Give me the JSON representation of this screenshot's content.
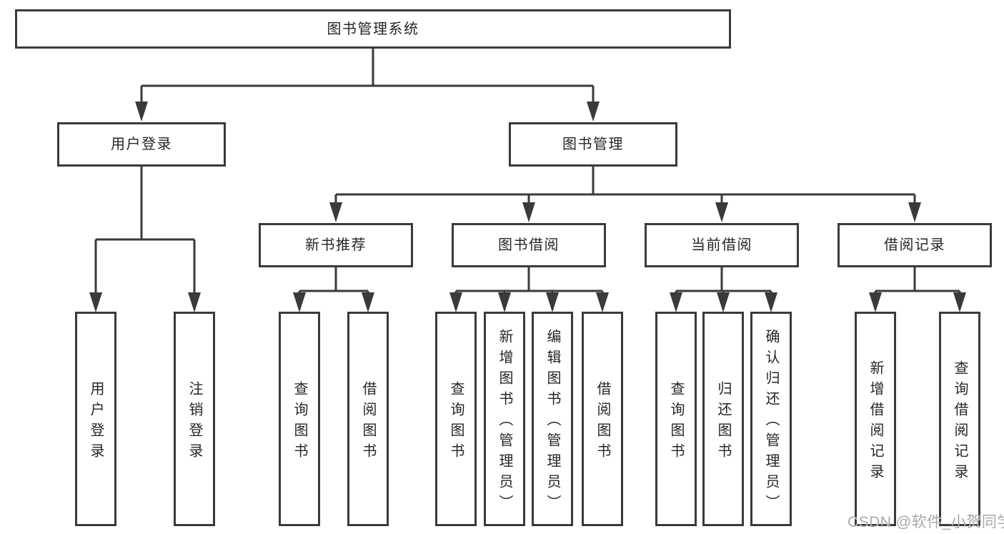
{
  "colors": {
    "line": "#3a3a3a",
    "text": "#262626",
    "watermark_text": "#a9a9a9",
    "background": "#ffffff"
  },
  "tree": {
    "root": {
      "label": "图书管理系统"
    },
    "level2": [
      {
        "label": "用户登录",
        "children": [
          {
            "label": "用户登录"
          },
          {
            "label": "注销登录"
          }
        ]
      },
      {
        "label": "图书管理",
        "children": [
          {
            "label": "新书推荐",
            "children": [
              {
                "label": "查询图书"
              },
              {
                "label": "借阅图书"
              }
            ]
          },
          {
            "label": "图书借阅",
            "children": [
              {
                "label": "查询图书"
              },
              {
                "label": "新增图书（管理员）"
              },
              {
                "label": "编辑图书（管理员）"
              },
              {
                "label": "借阅图书"
              }
            ]
          },
          {
            "label": "当前借阅",
            "children": [
              {
                "label": "查询图书"
              },
              {
                "label": "归还图书"
              },
              {
                "label": "确认归还（管理员）"
              }
            ]
          },
          {
            "label": "借阅记录",
            "children": [
              {
                "label": "新增借阅记录"
              },
              {
                "label": "查询借阅记录"
              }
            ]
          }
        ]
      }
    ]
  },
  "watermark": {
    "text": "CSDN @软件_小贺同学"
  }
}
